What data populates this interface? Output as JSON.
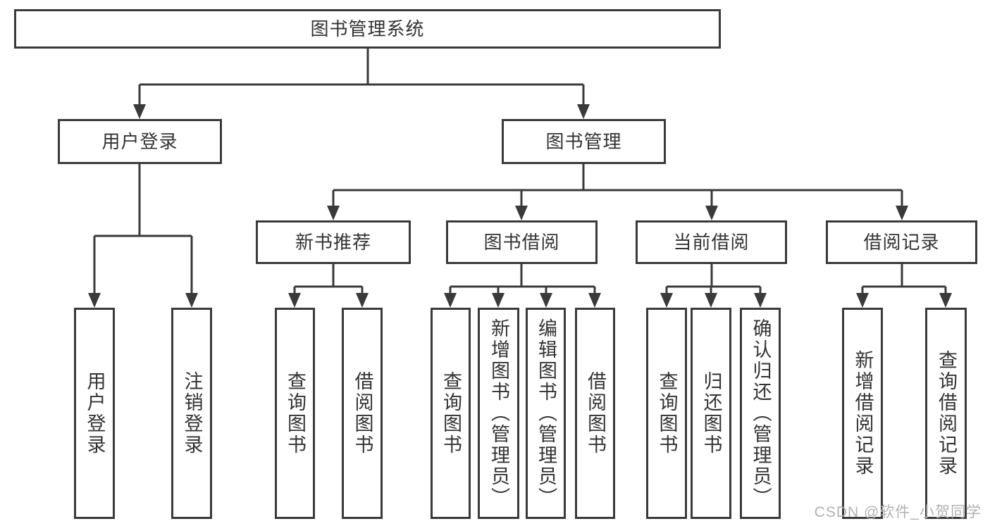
{
  "colors": {
    "line": "#3a3a3a",
    "text": "#333333",
    "background": "#ffffff",
    "watermark": "#b2b2b2"
  },
  "tree": {
    "label": "图书管理系统",
    "children": [
      {
        "label": "用户登录",
        "children": [
          {
            "label": "用户登录"
          },
          {
            "label": "注销登录"
          }
        ]
      },
      {
        "label": "图书管理",
        "children": [
          {
            "label": "新书推荐",
            "children": [
              {
                "label": "查询图书"
              },
              {
                "label": "借阅图书"
              }
            ]
          },
          {
            "label": "图书借阅",
            "children": [
              {
                "label": "查询图书"
              },
              {
                "label": "新增图书（管理员）"
              },
              {
                "label": "编辑图书（管理员）"
              },
              {
                "label": "借阅图书"
              }
            ]
          },
          {
            "label": "当前借阅",
            "children": [
              {
                "label": "查询图书"
              },
              {
                "label": "归还图书"
              },
              {
                "label": "确认归还（管理员）"
              }
            ]
          },
          {
            "label": "借阅记录",
            "children": [
              {
                "label": "新增借阅记录"
              },
              {
                "label": "查询借阅记录"
              }
            ]
          }
        ]
      }
    ]
  },
  "watermark": "CSDN @软件_小贺同学"
}
